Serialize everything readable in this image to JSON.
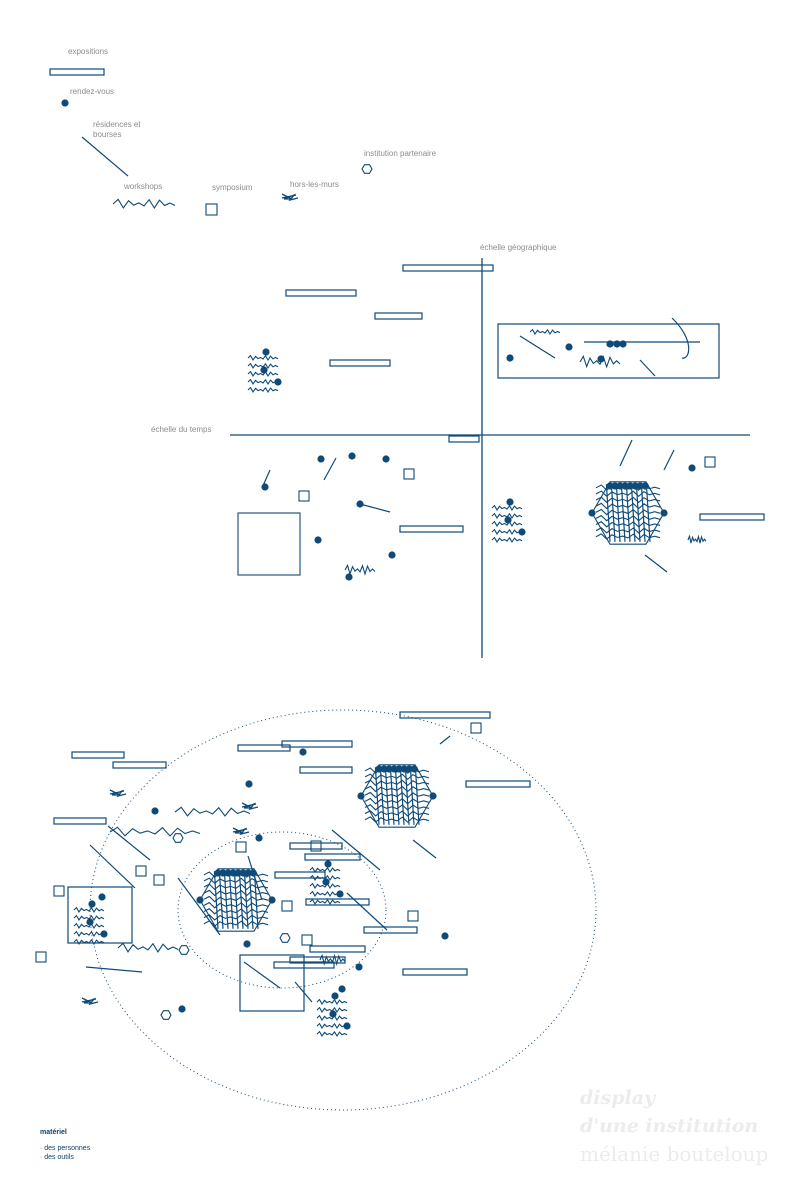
{
  "colors": {
    "ink": "#0f4a78",
    "label": "#8c8c8c",
    "title_watermark": "#ececec"
  },
  "legend": {
    "expositions": "expositions",
    "rendez_vous": "rendez-vous",
    "residences": "résidences et bourses",
    "workshops": "workshops",
    "symposium": "symposium",
    "hors_les_murs": "hors-les-murs",
    "institution_partenaire": "institution partenaire"
  },
  "axes": {
    "geographic": "échelle géographique",
    "time": "échelle du temps"
  },
  "materiel": {
    "title": "matériel",
    "items": [
      "· des personnes",
      "· des outils"
    ]
  },
  "title": {
    "line1": "display",
    "line2": "d'une institution",
    "author": "mélanie bouteloup"
  }
}
